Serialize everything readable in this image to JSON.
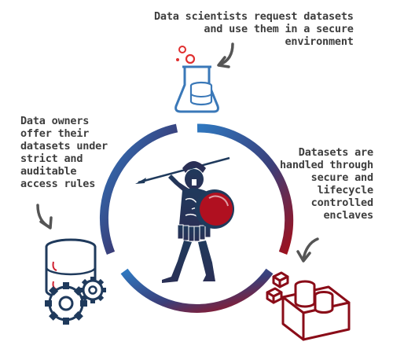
{
  "labels": {
    "data_scientists": "Data scientists request datasets\n and use them in a secure\n environment",
    "data_owners": "Data owners\noffer their\ndatasets under\nstrict and\nauditable\naccess rules",
    "datasets": "Datasets are\nhandled through\nsecure and\nlifecycle\ncontrolled\nenclaves"
  },
  "colors": {
    "blue": "#3a78b8",
    "navy": "#1f3a5c",
    "red": "#b01020",
    "dark_red": "#8a0c18",
    "text": "#3d3d3d",
    "arrow": "#555555"
  },
  "icons": {
    "top": "flask-with-database-icon",
    "left": "database-with-gears-icon",
    "right": "secure-enclave-box-icon",
    "center": "spartan-warrior-icon"
  }
}
